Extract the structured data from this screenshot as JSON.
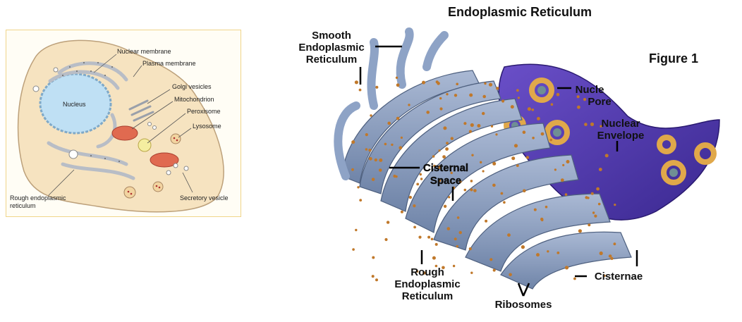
{
  "cell_diagram": {
    "labels": {
      "nucleus": "Nucleus",
      "nuclear_membrane": "Nuclear membrane",
      "plasma_membrane": "Plasma membrane",
      "golgi_vesicles": "Golgi vesicles",
      "mitochondrion": "Mitochondrion",
      "peroxisome": "Peroxisome",
      "lysosome": "Lysosome",
      "rough_er_line1": "Rough endoplasmic",
      "rough_er_line2": "reticulum",
      "secretory_vesicle": "Secretory vesicle"
    },
    "colors": {
      "cytoplasm": "#f6e3c0",
      "nucleus": "#bfe0f4",
      "er": "#c8cdd4",
      "mitochondrion": "#e06a50",
      "peroxisome": "#f4eea0"
    }
  },
  "er_diagram": {
    "title": "Endoplasmic Reticulum",
    "figure_label": "Figure 1",
    "labels": {
      "smooth_er_1": "Smooth",
      "smooth_er_2": "Endoplasmic",
      "smooth_er_3": "Reticulum",
      "nuclear_pore_1": "Nucle",
      "nuclear_pore_2": "Pore",
      "nuclear_envelope_1": "Nuclear",
      "nuclear_envelope_2": "Envelope",
      "cisternal_space_1": "Cisternal",
      "cisternal_space_2": "Space",
      "rough_er_1": "Rough",
      "rough_er_2": "Endoplasmic",
      "rough_er_3": "Reticulum",
      "ribosomes": "Ribosomes",
      "cisternae": "Cisternae"
    },
    "colors": {
      "er_membrane": "#8ea3c6",
      "nuclear_envelope": "#5a3db0",
      "ribosome": "#c0782a",
      "pore": "#e0a84a"
    }
  }
}
